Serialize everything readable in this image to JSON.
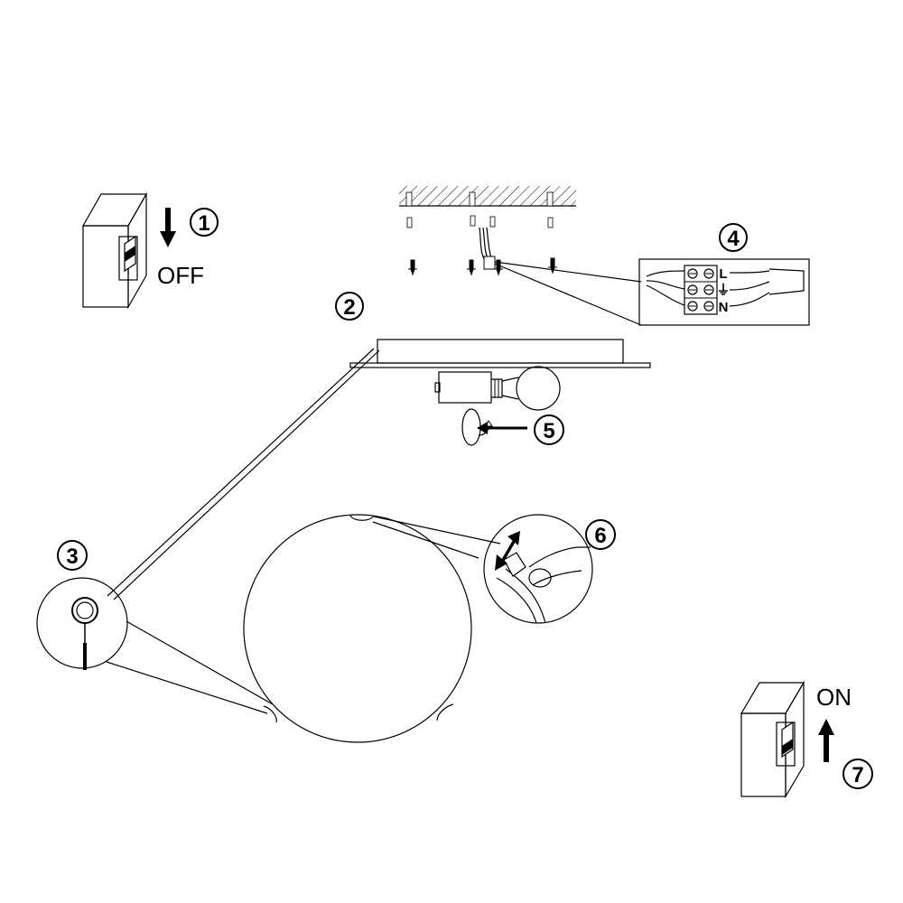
{
  "steps": [
    {
      "number": "1",
      "state_label": "OFF"
    },
    {
      "number": "2"
    },
    {
      "number": "3"
    },
    {
      "number": "4",
      "terminals": [
        "L",
        "⏚",
        "N"
      ]
    },
    {
      "number": "5"
    },
    {
      "number": "6"
    },
    {
      "number": "7",
      "state_label": "ON"
    }
  ],
  "icons": {
    "switch_off": "wall-switch-off-icon",
    "switch_on": "wall-switch-on-icon",
    "arrow_down": "arrow-down-icon",
    "arrow_up": "arrow-up-icon",
    "terminal_block": "terminal-block-icon",
    "bulb": "light-bulb-icon",
    "screw": "screw-icon"
  },
  "colors": {
    "line": "#000000",
    "background": "#ffffff"
  }
}
